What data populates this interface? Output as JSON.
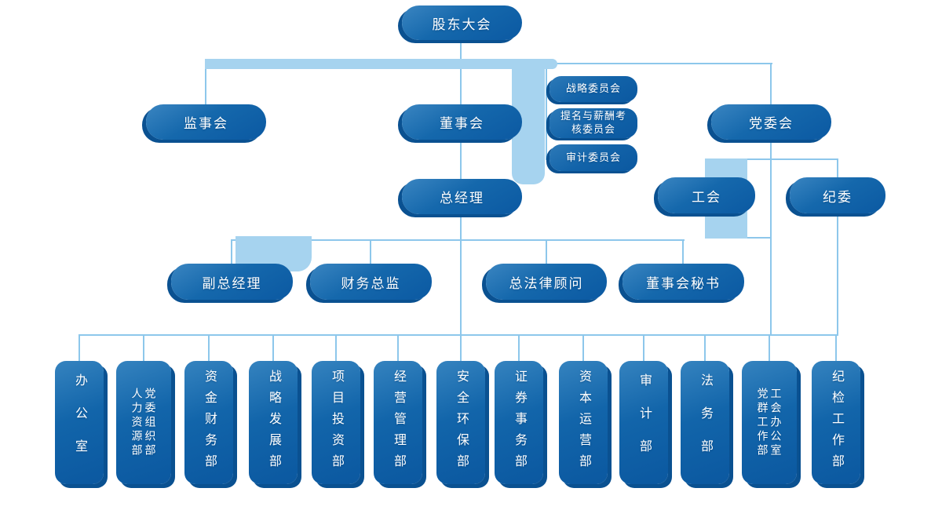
{
  "nodes": {
    "shareholders_meeting": {
      "label": "股东大会"
    },
    "supervisory_board": {
      "label": "监事会"
    },
    "board_of_directors": {
      "label": "董事会"
    },
    "party_committee": {
      "label": "党委会"
    },
    "strategy_committee": {
      "label": "战略委员会"
    },
    "nomination_remuneration_committee": {
      "label": "提名与薪酬考核委员会"
    },
    "audit_committee": {
      "label": "审计委员会"
    },
    "general_manager": {
      "label": "总经理"
    },
    "labor_union": {
      "label": "工会"
    },
    "discipline_commission": {
      "label": "纪委"
    },
    "deputy_general_manager": {
      "label": "副总经理"
    },
    "finance_director": {
      "label": "财务总监"
    },
    "chief_legal_counsel": {
      "label": "总法律顾问"
    },
    "board_secretary": {
      "label": "董事会秘书"
    }
  },
  "departments": [
    {
      "id": "office",
      "columns": [
        "办公室"
      ]
    },
    {
      "id": "party-organization-hr",
      "columns": [
        "党委组织部",
        "人力资源部"
      ]
    },
    {
      "id": "funds-finance",
      "columns": [
        "资金财务部"
      ]
    },
    {
      "id": "strategy-development",
      "columns": [
        "战略发展部"
      ]
    },
    {
      "id": "project-investment",
      "columns": [
        "项目投资部"
      ]
    },
    {
      "id": "operation-management",
      "columns": [
        "经营管理部"
      ]
    },
    {
      "id": "safety-environment",
      "columns": [
        "安全环保部"
      ]
    },
    {
      "id": "securities-affairs",
      "columns": [
        "证券事务部"
      ]
    },
    {
      "id": "capital-operation",
      "columns": [
        "资本运营部"
      ]
    },
    {
      "id": "audit-department",
      "columns": [
        "审计部"
      ]
    },
    {
      "id": "legal-affairs",
      "columns": [
        "法务部"
      ]
    },
    {
      "id": "union-office-party-mass",
      "columns": [
        "工会办公室",
        "党群工作部"
      ]
    },
    {
      "id": "discipline-inspection",
      "columns": [
        "纪检工作部"
      ]
    }
  ],
  "edges": [
    [
      "shareholders_meeting",
      "supervisory_board"
    ],
    [
      "shareholders_meeting",
      "board_of_directors"
    ],
    [
      "shareholders_meeting",
      "party_committee"
    ],
    [
      "board_of_directors",
      "strategy_committee"
    ],
    [
      "board_of_directors",
      "nomination_remuneration_committee"
    ],
    [
      "board_of_directors",
      "audit_committee"
    ],
    [
      "board_of_directors",
      "general_manager"
    ],
    [
      "general_manager",
      "deputy_general_manager"
    ],
    [
      "general_manager",
      "finance_director"
    ],
    [
      "general_manager",
      "chief_legal_counsel"
    ],
    [
      "general_manager",
      "board_secretary"
    ],
    [
      "general_manager",
      "departments"
    ],
    [
      "party_committee",
      "labor_union"
    ],
    [
      "party_committee",
      "discipline_commission"
    ],
    [
      "party_committee",
      "departments"
    ],
    [
      "discipline_commission",
      "departments"
    ]
  ],
  "colors": {
    "box_gradient_top": "#3a85c1",
    "box_gradient_bottom": "#0b59a2",
    "box_shadow": "#0a5191",
    "connector_line": "#8dc7eb",
    "highlight_band": "#a6d3ef",
    "text": "#ffffff",
    "background": "#ffffff"
  }
}
